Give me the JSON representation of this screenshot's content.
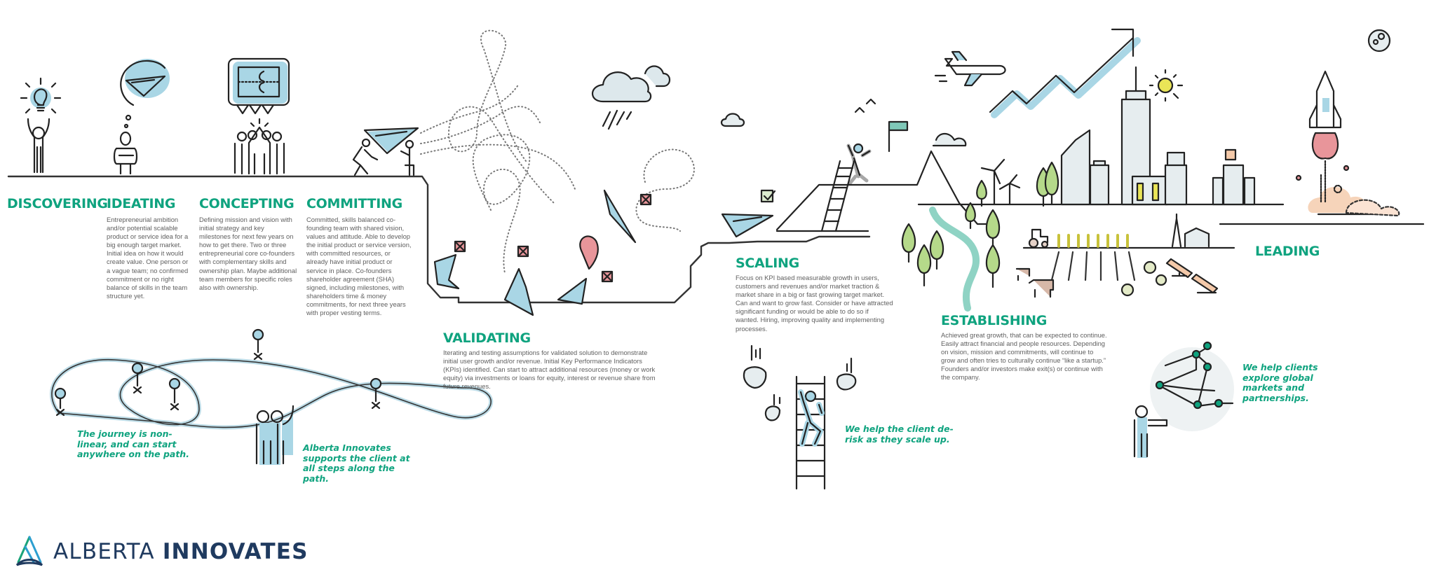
{
  "brand": {
    "name_light": "ALBERTA",
    "name_bold": "INNOVATES",
    "colors": {
      "heading_green": "#0fa37f",
      "navy": "#1f3a5f",
      "light_blue": "#a9d6e5",
      "body_gray": "#5f5f5f",
      "leaf_green": "#b5d98a",
      "alert_red": "#e8959a",
      "peach": "#f4c9a9"
    }
  },
  "stages": [
    {
      "id": "discovering",
      "title": "DISCOVERING",
      "description": ""
    },
    {
      "id": "ideating",
      "title": "IDEATING",
      "description": "Entrepreneurial ambition and/or potential scalable product or service idea for a big enough target market. Initial idea on how it would create value. One person or a vague team; no confirmed commitment or no right balance of skills in the team structure yet."
    },
    {
      "id": "concepting",
      "title": "CONCEPTING",
      "description": "Defining mission and vision with initial strategy and key milestones for next few years on how to get there. Two or three entrepreneurial core co-founders with complementary skills and ownership plan. Maybe additional team members for specific roles also with ownership."
    },
    {
      "id": "committing",
      "title": "COMMITTING",
      "description": "Committed, skills balanced co-founding team with shared vision, values and attitude. Able to develop the initial product or service version, with committed resources, or already have initial product or service in place. Co-founders shareholder agreement (SHA) signed, including milestones, with shareholders time & money commitments, for next three years with proper vesting terms."
    },
    {
      "id": "validating",
      "title": "VALIDATING",
      "description": "Iterating and testing assumptions for validated solution to demonstrate initial user growth and/or revenue. Initial Key Performance Indicators (KPIs) identified. Can start to attract additional resources (money or work equity) via investments or loans for equity, interest or revenue share from future revenues."
    },
    {
      "id": "scaling",
      "title": "SCALING",
      "description": "Focus on KPI based measurable growth in users, customers and revenues and/or market traction & market share in a big or fast growing target market. Can and want to grow fast. Consider or have attracted significant funding or would be able to do so if wanted. Hiring, improving quality and implementing processes."
    },
    {
      "id": "establishing",
      "title": "ESTABLISHING",
      "description": "Achieved great growth, that can be expected to continue. Easily attract financial and people resources. Depending on vision, mission and commitments, will continue to grow and often tries to culturally continue “like a startup.” Founders and/or investors make exit(s) or continue with the company."
    },
    {
      "id": "leading",
      "title": "LEADING",
      "description": ""
    }
  ],
  "callouts": {
    "nonlinear": "The journey is non-linear, and can start anywhere on the path.",
    "support": "Alberta Innovates supports the client at all steps along the path.",
    "derisk": "We help the client de-risk as they scale up.",
    "global": "We help clients explore global markets and partnerships."
  },
  "icons": {
    "discovering": "lightbulb-person-icon",
    "ideating": "thinking-paper-plane-icon",
    "concepting": "team-high-five-plan-icon",
    "committing": "launching-paper-plane-icon",
    "validating": "crashing-paper-planes-icon",
    "scaling": "mountain-ladder-flag-icon",
    "establishing": "city-farm-landscape-icon",
    "leading": "rocket-launch-icon"
  }
}
